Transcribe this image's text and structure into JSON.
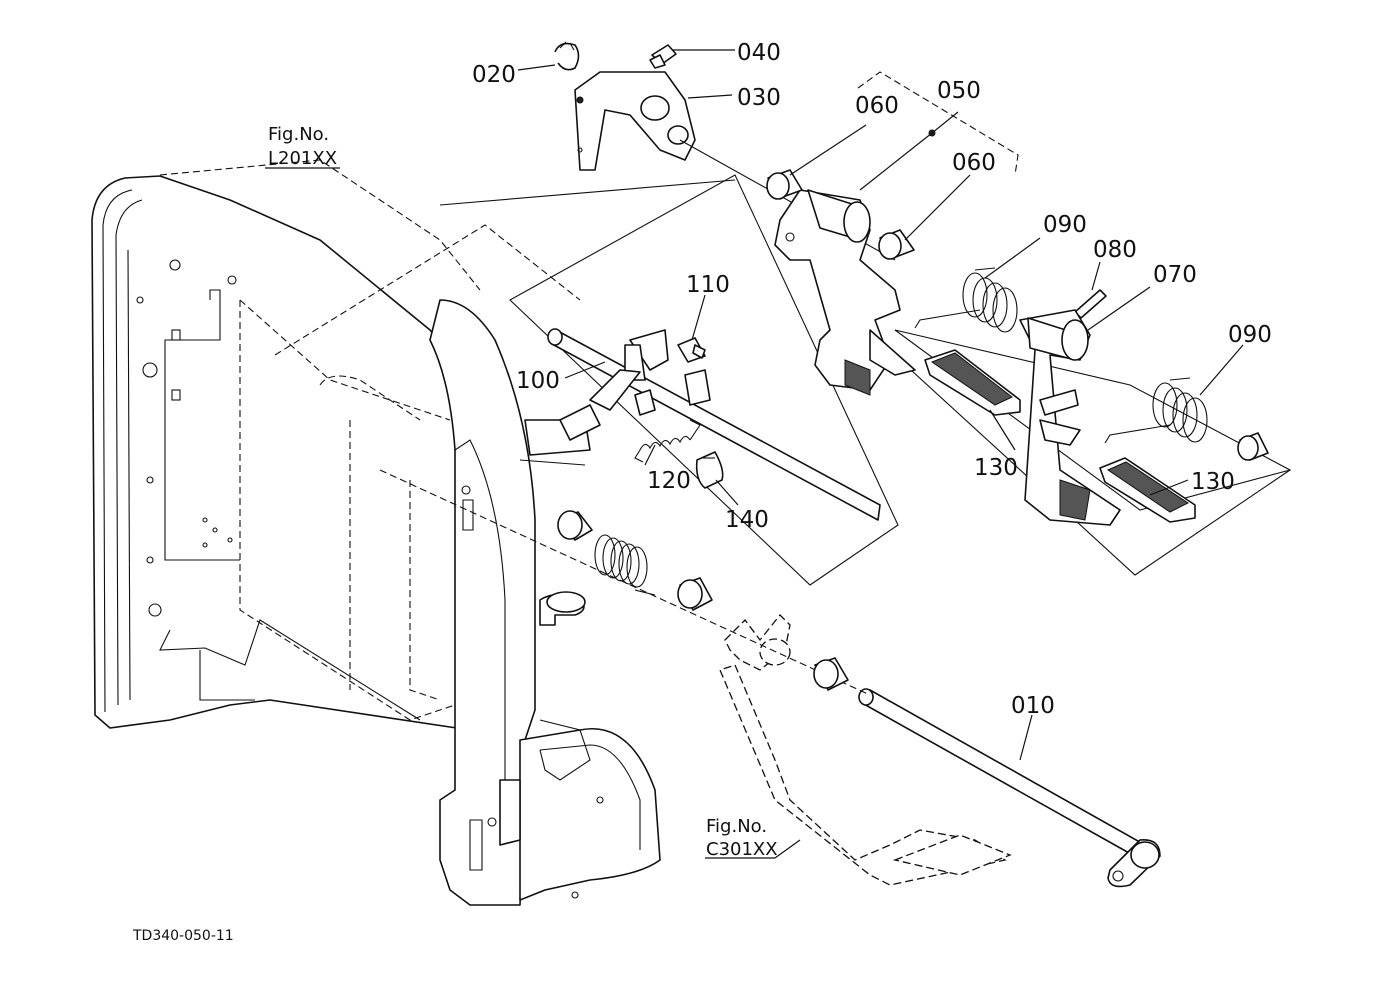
{
  "drawing": {
    "code": "TD340-050-11",
    "parts": [
      {
        "id": "p010",
        "label": "010"
      },
      {
        "id": "p020",
        "label": "020"
      },
      {
        "id": "p030",
        "label": "030"
      },
      {
        "id": "p040",
        "label": "040"
      },
      {
        "id": "p050",
        "label": "050"
      },
      {
        "id": "p060a",
        "label": "060"
      },
      {
        "id": "p060b",
        "label": "060"
      },
      {
        "id": "p070",
        "label": "070"
      },
      {
        "id": "p080",
        "label": "080"
      },
      {
        "id": "p090a",
        "label": "090"
      },
      {
        "id": "p090b",
        "label": "090"
      },
      {
        "id": "p100",
        "label": "100"
      },
      {
        "id": "p110",
        "label": "110"
      },
      {
        "id": "p120",
        "label": "120"
      },
      {
        "id": "p130a",
        "label": "130"
      },
      {
        "id": "p130b",
        "label": "130"
      },
      {
        "id": "p140",
        "label": "140"
      }
    ],
    "references": [
      {
        "id": "ref1",
        "line1": "Fig.No.",
        "line2": "L201XX"
      },
      {
        "id": "ref2",
        "line1": "Fig.No.",
        "line2": "C301XX"
      }
    ]
  }
}
